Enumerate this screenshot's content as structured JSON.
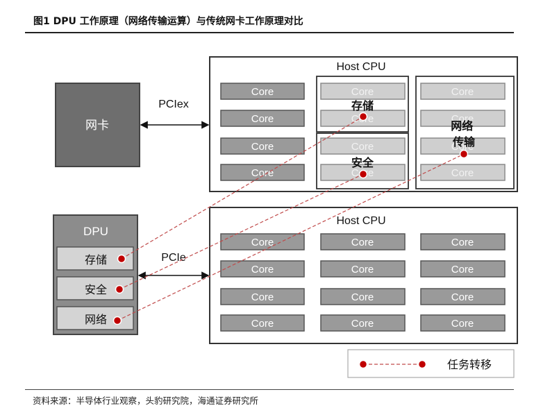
{
  "figure": {
    "title": "图1  DPU 工作原理（网络传输运算）与传统网卡工作原理对比",
    "source": "资料来源：半导体行业观察，头豹研究院，海通证券研究所"
  },
  "top": {
    "host_label": "Host CPU",
    "nic_label": "网卡",
    "bus_label": "PCIex",
    "core_label": "Core",
    "group_storage": "存储",
    "group_security": "安全",
    "group_network": "网络\n传输"
  },
  "bottom": {
    "host_label": "Host CPU",
    "dpu_label": "DPU",
    "bus_label": "PCIe",
    "core_label": "Core",
    "dpu_items": [
      "存储",
      "安全",
      "网络"
    ]
  },
  "legend": {
    "label": "任务转移"
  },
  "colors": {
    "nic_fill": "#6e6e6e",
    "dpu_fill": "#8c8c8c",
    "dpu_item_fill": "#d4d4d4",
    "core_fill": "#9a9a9a",
    "task_line": "#c04a4a",
    "task_dot": "#c00000"
  }
}
